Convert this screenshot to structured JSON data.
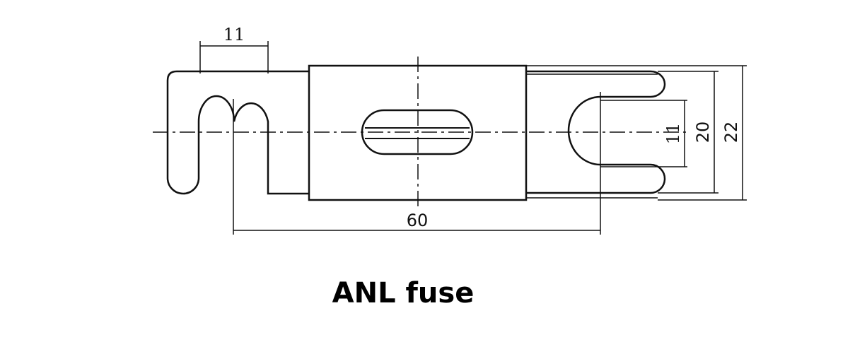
{
  "caption": "ANL fuse",
  "dimensions": {
    "terminal_slot_width": "11",
    "hole_spacing": "60",
    "inner_slot_width": "11",
    "fork_width": "20",
    "overall_width": "22"
  }
}
